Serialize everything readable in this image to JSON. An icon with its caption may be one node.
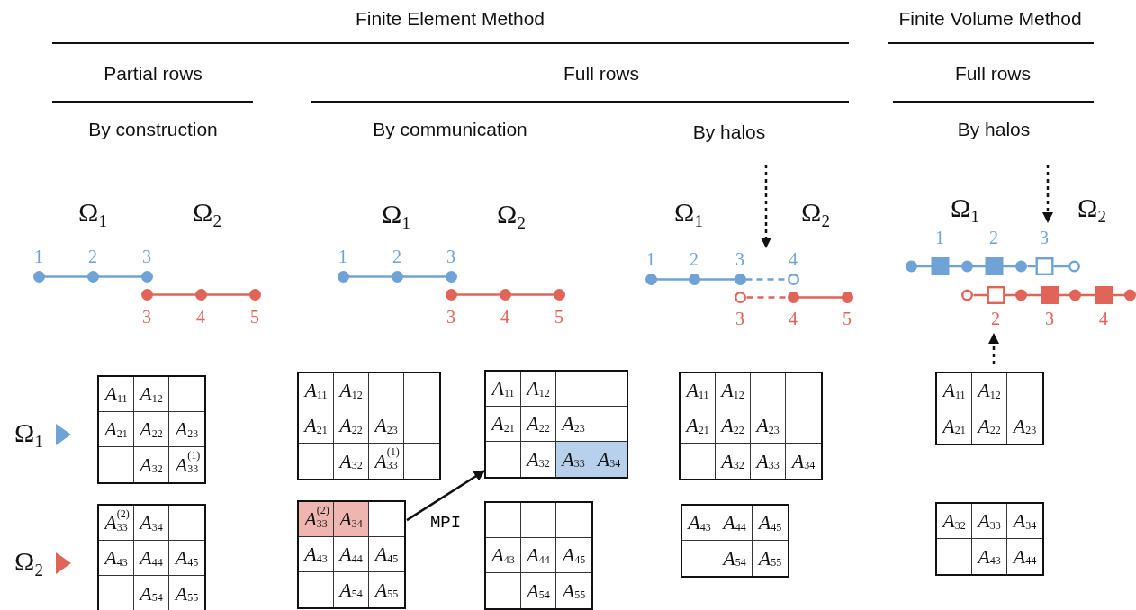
{
  "diagram": {
    "nodes": [
      {
        "text": [
          "*A*$_{11}$",
          "*A*$_{12}$",
          "*A*$_{21}$",
          "*A*$_{22}$",
          "*A*$_{23}$",
          "*A*$_{32}$",
          "*A*$^{(1)}$$_{33}$"
        ]
      },
      {
        "text": [
          "*A*$^{(2)}$$_{33}$",
          "*A*$_{34}$",
          "*A*$_{43}$",
          "*A*$_{44}$",
          "*A*$_{45}$",
          "*A*$_{54}$",
          "*A*$_{55}$"
        ]
      },
      {
        "text": [
          "*A*$_{11}$",
          "*A*$_{12}$",
          "*A*$_{21}$",
          "*A*$_{22}$",
          "*A*$_{23}$",
          "*A*$_{32}$",
          "*A*$^{(1)}$$_{33}$"
        ]
      },
      {
        "text": [
          "*A*$^{(2)}$$_{33}$",
          "*A*$_{34}$",
          "*A*$_{43}$",
          "*A*$_{44}$",
          "*A*$_{45}$",
          "*A*$_{54}$",
          "*A*$_{55}$"
        ]
      },
      {
        "text": [
          "*A*$_{11}$",
          "*A*$_{12}$",
          "*A*$_{21}$",
          "*A*$_{22}$",
          "*A*$_{23}$",
          "*A*$_{32}$",
          "*A*$_{33}$",
          "*A*$_{34}$"
        ]
      },
      {
        "text": [
          "*A*$_{43}$",
          "*A*$_{44}$",
          "*A*$_{45}$",
          "*A*$_{54}$",
          "*A*$_{55}$"
        ]
      },
      {
        "text": [
          "*A*$_{11}$",
          "*A*$_{12}$",
          "*A*$_{21}$",
          "*A*$_{22}$",
          "*A*$_{23}$",
          "*A*$_{32}$",
          "*A*$_{33}$",
          "*A*$_{34}$"
        ]
      },
      {
        "text": [
          "*A*$_{43}$",
          "*A*$_{44}$",
          "*A*$_{45}$",
          "*A*$_{54}$",
          "*A*$_{55}$"
        ]
      },
      {
        "text": [
          "*A*$_{11}$",
          "*A*$_{12}$",
          "*A*$_{21}$",
          "*A*$_{22}$",
          "*A*$_{23}$"
        ]
      },
      {
        "text": [
          "*A*$_{32}$",
          "*A*$_{33}$",
          "*A*$_{34}$",
          "*A*$_{43}$",
          "*A*$_{44}$"
        ]
      }
    ],
    "edges": [
      {
        "from": 3,
        "to": 4,
        "arrow": "to",
        "label": "MPI"
      }
    ],
    "labels": [
      "Finite Element Method",
      "Finite Volume Method",
      "Partial rows",
      "Full rows",
      "Full rows",
      "By construction",
      "By communication",
      "By halos",
      "By halos",
      "Ω$_{1}$",
      "Ω$_{2}$",
      "Ω$_{1}$",
      "Ω$_{2}$",
      "Ω$_{1}$",
      "Ω$_{2}$",
      "Ω$_{1}$",
      "Ω$_{2}$",
      "1",
      "2",
      "3",
      "3",
      "4",
      "5",
      "1",
      "2",
      "3",
      "3",
      "4",
      "5",
      "1",
      "2",
      "3",
      "4",
      "3",
      "4",
      "5",
      "1",
      "2",
      "3",
      "2",
      "3",
      "4",
      "Ω$_{1}$",
      "Ω$_{2}$"
    ]
  }
}
